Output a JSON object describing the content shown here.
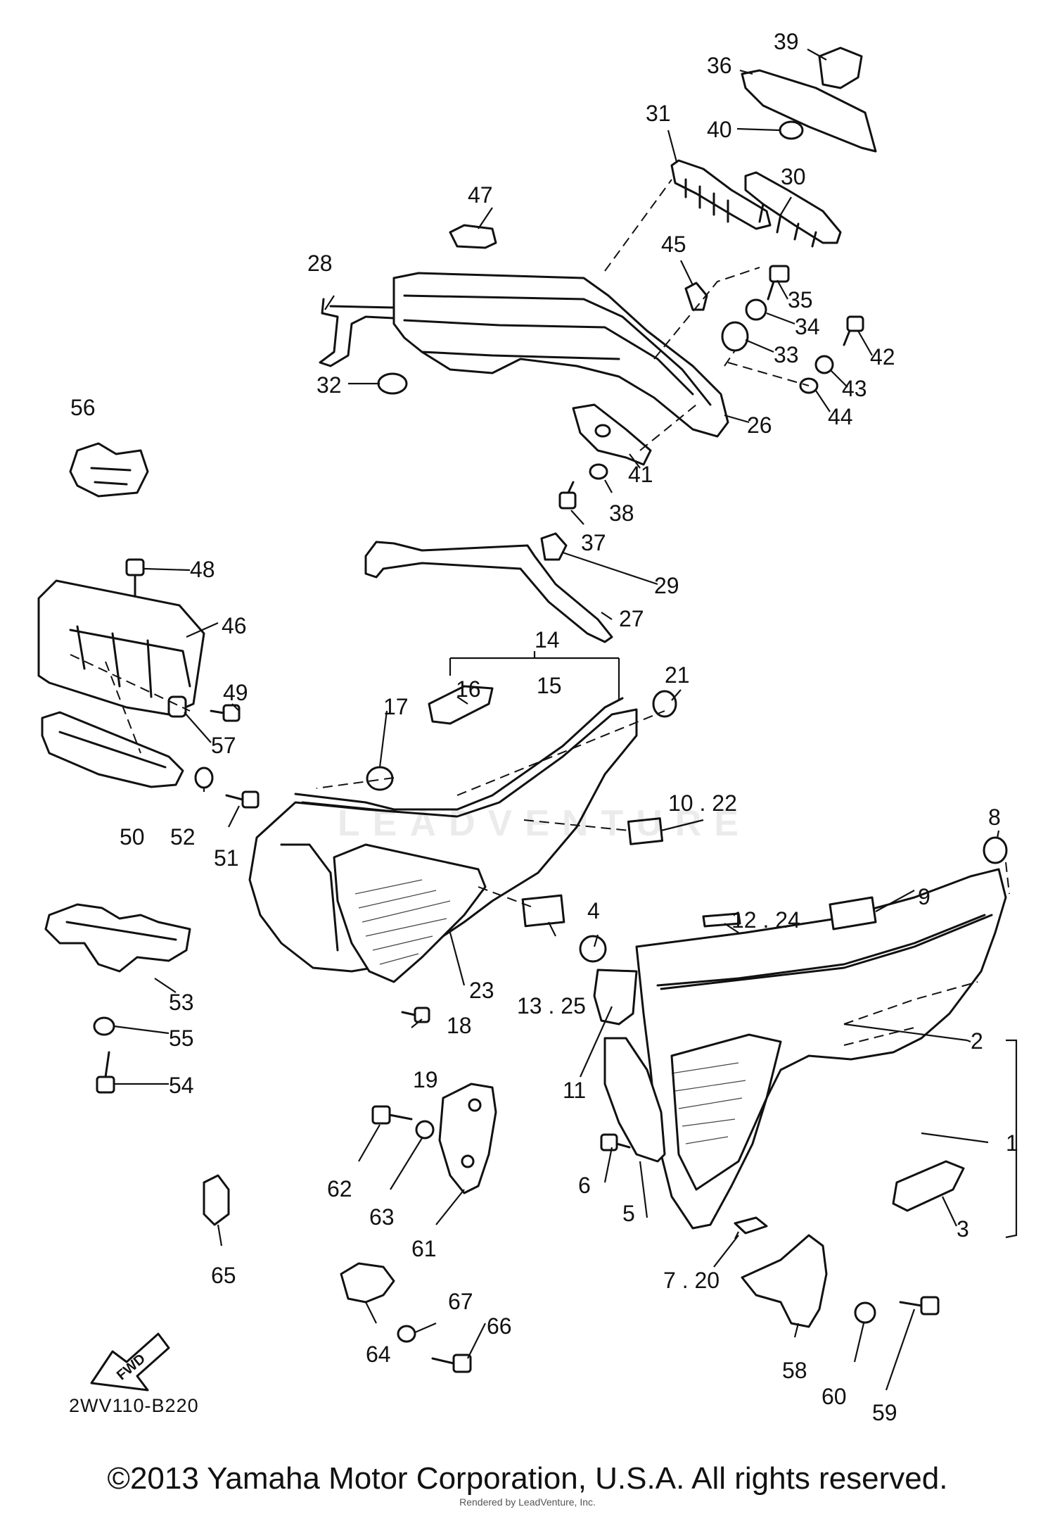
{
  "diagram_code": "2WV110-B220",
  "fwd_label": "FWD",
  "copyright": "©2013 Yamaha Motor Corporation, U.S.A. All rights reserved.",
  "rendered_by": "Rendered by LeadVenture, Inc.",
  "watermark": "LEADVENTURE",
  "callouts": {
    "c1": "1",
    "c2": "2",
    "c3": "3",
    "c4": "4",
    "c5": "5",
    "c6": "6",
    "c7_20": "7 . 20",
    "c8": "8",
    "c9": "9",
    "c10_22": "10 . 22",
    "c11": "11",
    "c12_24": "12 . 24",
    "c13_25": "13 . 25",
    "c14": "14",
    "c15": "15",
    "c16": "16",
    "c17": "17",
    "c18": "18",
    "c19": "19",
    "c21": "21",
    "c23": "23",
    "c26": "26",
    "c27": "27",
    "c28": "28",
    "c29": "29",
    "c30": "30",
    "c31": "31",
    "c32": "32",
    "c33": "33",
    "c34": "34",
    "c35": "35",
    "c36": "36",
    "c37": "37",
    "c38": "38",
    "c39": "39",
    "c40": "40",
    "c41": "41",
    "c42": "42",
    "c43": "43",
    "c44": "44",
    "c45": "45",
    "c46": "46",
    "c47": "47",
    "c48": "48",
    "c49": "49",
    "c50": "50",
    "c51": "51",
    "c52": "52",
    "c53": "53",
    "c54": "54",
    "c55": "55",
    "c56": "56",
    "c57": "57",
    "c58": "58",
    "c59": "59",
    "c60": "60",
    "c61": "61",
    "c62": "62",
    "c63": "63",
    "c64": "64",
    "c65": "65",
    "c66": "66",
    "c67": "67"
  }
}
